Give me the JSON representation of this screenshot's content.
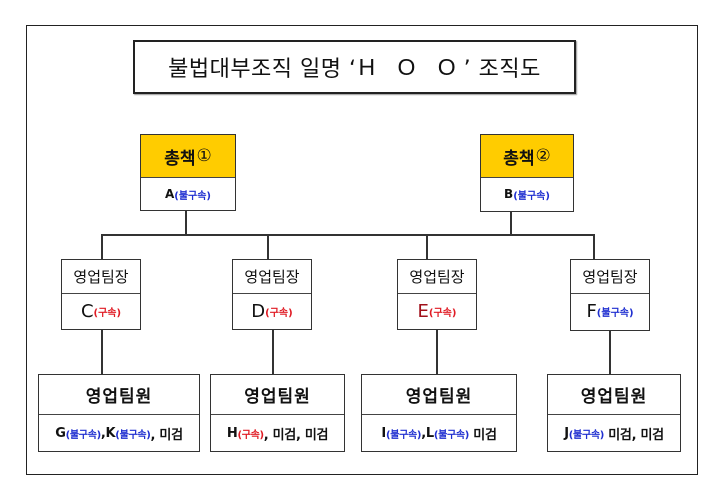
{
  "title": {
    "prefix": "불법대부조직 일명 ‘",
    "name": "H O O",
    "suffix": "’ 조직도"
  },
  "colors": {
    "head_fill": "#ffcc00",
    "unaffiliated": "#1f2fd0",
    "affiliated": "#e01b24",
    "border": "#333333"
  },
  "heads": [
    {
      "role": "총책",
      "num": "①",
      "name": "A",
      "status": "(불구속)",
      "status_type": "unaffiliated"
    },
    {
      "role": "총책",
      "num": "②",
      "name": "B",
      "status": "(불구속)",
      "status_type": "unaffiliated"
    }
  ],
  "leaders": [
    {
      "role": "영업팀장",
      "name": "C",
      "status": "(구속)",
      "status_type": "affiliated"
    },
    {
      "role": "영업팀장",
      "name": "D",
      "status": "(구속)",
      "status_type": "affiliated"
    },
    {
      "role": "영업팀장",
      "name": "E",
      "status": "(구속)",
      "status_type": "affiliated"
    },
    {
      "role": "영업팀장",
      "name": "F",
      "status": "(불구속)",
      "status_type": "unaffiliated"
    }
  ],
  "members": [
    {
      "role": "영업팀원",
      "p1": "G",
      "s1": "(불구속)",
      "sep1": ", ",
      "p2": "K",
      "s2": "(불구속)",
      "tail": ", 미검"
    },
    {
      "role": "영업팀원",
      "p1": "H",
      "s1": "(구속)",
      "tail": ", 미검, 미검"
    },
    {
      "role": "영업팀원",
      "p1": "I",
      "s1": "(불구속)",
      "sep1": ", ",
      "p2": "L",
      "s2": "(불구속)",
      "tail": " 미검"
    },
    {
      "role": "영업팀원",
      "p1": "J",
      "s1": "(불구속)",
      "tail": " 미검, 미검"
    }
  ]
}
